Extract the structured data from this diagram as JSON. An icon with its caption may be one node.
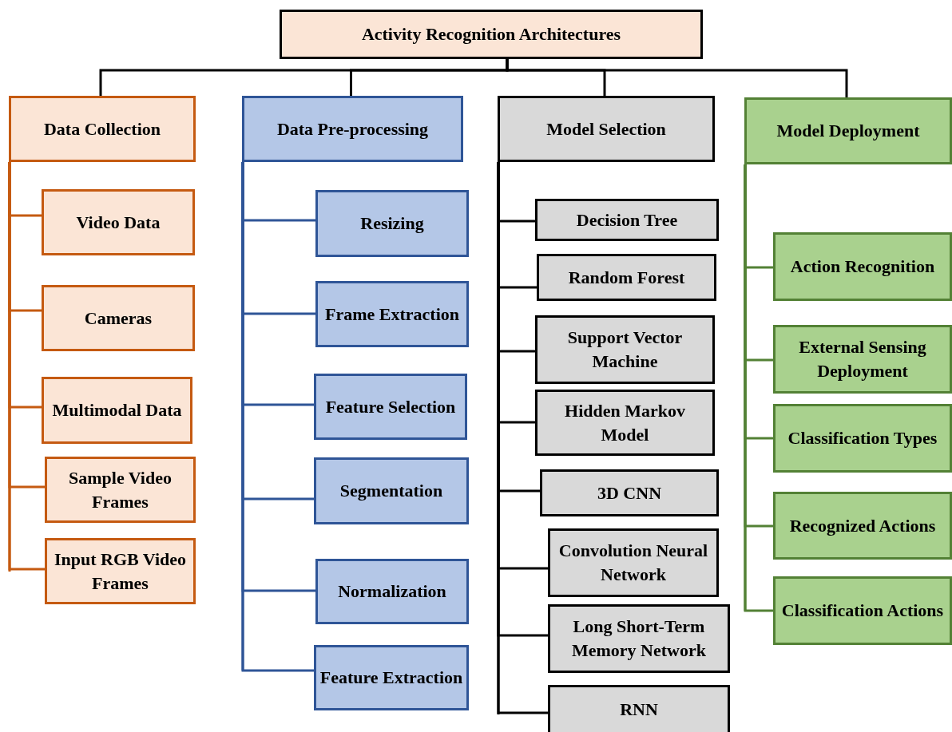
{
  "diagram": {
    "nodes": [
      {
        "text": [
          "Activity Recognition Architectures"
        ]
      },
      {
        "text": [
          "Data Collection"
        ]
      },
      {
        "text": [
          "Data Pre-processing"
        ]
      },
      {
        "text": [
          "Model Selection"
        ]
      },
      {
        "text": [
          "Model Deployment"
        ]
      },
      {
        "text": [
          "Video Data"
        ]
      },
      {
        "text": [
          "Cameras"
        ]
      },
      {
        "text": [
          "Multimodal Data"
        ]
      },
      {
        "text": [
          "Sample Video Frames"
        ]
      },
      {
        "text": [
          "Input RGB Video Frames"
        ]
      },
      {
        "text": [
          "Resizing"
        ]
      },
      {
        "text": [
          "Frame Extraction"
        ]
      },
      {
        "text": [
          "Feature Selection"
        ]
      },
      {
        "text": [
          "Segmentation"
        ]
      },
      {
        "text": [
          "Normalization"
        ]
      },
      {
        "text": [
          "Feature Extraction"
        ]
      },
      {
        "text": [
          "Decision Tree"
        ]
      },
      {
        "text": [
          "Random Forest"
        ]
      },
      {
        "text": [
          "Support Vector Machine"
        ]
      },
      {
        "text": [
          "Hidden Markov Model"
        ]
      },
      {
        "text": [
          "3D CNN"
        ]
      },
      {
        "text": [
          "Convolution Neural Network"
        ]
      },
      {
        "text": [
          "Long Short-Term Memory Network"
        ]
      },
      {
        "text": [
          "RNN"
        ]
      },
      {
        "text": [
          "Action Recognition"
        ]
      },
      {
        "text": [
          "External Sensing Deployment"
        ]
      },
      {
        "text": [
          "Classification Types"
        ]
      },
      {
        "text": [
          "Recognized Actions"
        ]
      },
      {
        "text": [
          "Classification Actions"
        ]
      }
    ],
    "edges": [
      {
        "from": 0,
        "to": 1,
        "arrow": "none"
      },
      {
        "from": 0,
        "to": 2,
        "arrow": "none"
      },
      {
        "from": 0,
        "to": 3,
        "arrow": "none"
      },
      {
        "from": 0,
        "to": 4,
        "arrow": "none"
      },
      {
        "from": 1,
        "to": 5,
        "arrow": "none",
        "color": "#c55a11"
      },
      {
        "from": 1,
        "to": 6,
        "arrow": "none",
        "color": "#c55a11"
      },
      {
        "from": 1,
        "to": 7,
        "arrow": "none",
        "color": "#c55a11"
      },
      {
        "from": 1,
        "to": 8,
        "arrow": "none",
        "color": "#c55a11"
      },
      {
        "from": 1,
        "to": 9,
        "arrow": "none",
        "color": "#c55a11"
      },
      {
        "from": 2,
        "to": 10,
        "arrow": "none",
        "color": "#2f5597"
      },
      {
        "from": 2,
        "to": 11,
        "arrow": "none",
        "color": "#2f5597"
      },
      {
        "from": 2,
        "to": 12,
        "arrow": "none",
        "color": "#2f5597"
      },
      {
        "from": 2,
        "to": 13,
        "arrow": "none",
        "color": "#2f5597"
      },
      {
        "from": 2,
        "to": 14,
        "arrow": "none",
        "color": "#2f5597"
      },
      {
        "from": 2,
        "to": 15,
        "arrow": "none",
        "color": "#2f5597"
      },
      {
        "from": 3,
        "to": 16,
        "arrow": "none"
      },
      {
        "from": 3,
        "to": 17,
        "arrow": "none"
      },
      {
        "from": 3,
        "to": 18,
        "arrow": "none"
      },
      {
        "from": 3,
        "to": 19,
        "arrow": "none"
      },
      {
        "from": 3,
        "to": 20,
        "arrow": "none"
      },
      {
        "from": 3,
        "to": 21,
        "arrow": "none"
      },
      {
        "from": 3,
        "to": 22,
        "arrow": "none"
      },
      {
        "from": 3,
        "to": 23,
        "arrow": "none"
      },
      {
        "from": 4,
        "to": 24,
        "arrow": "none",
        "color": "#538135"
      },
      {
        "from": 4,
        "to": 25,
        "arrow": "none",
        "color": "#538135"
      },
      {
        "from": 4,
        "to": 26,
        "arrow": "none",
        "color": "#538135"
      },
      {
        "from": 4,
        "to": 27,
        "arrow": "none",
        "color": "#538135"
      },
      {
        "from": 4,
        "to": 28,
        "arrow": "none",
        "color": "#538135"
      }
    ]
  }
}
